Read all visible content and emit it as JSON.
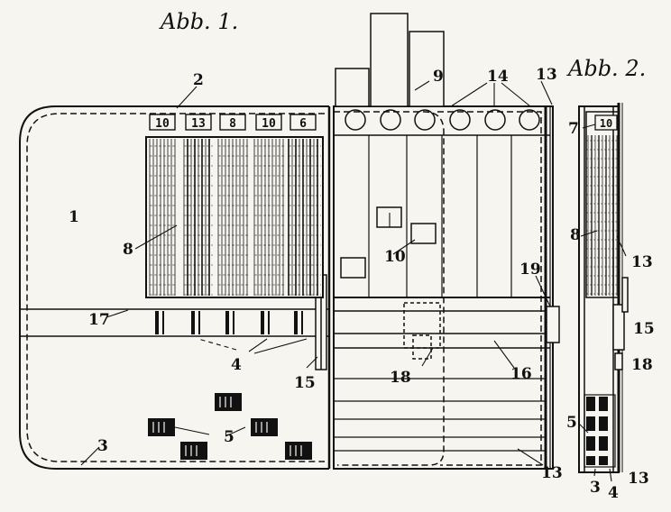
{
  "figures": [
    {
      "title": "Abb. 1."
    },
    {
      "title": "Abb. 2."
    }
  ],
  "top_labels": [
    "10",
    "13",
    "8",
    "10",
    "6"
  ],
  "side_labels": [
    "7",
    "10"
  ],
  "callouts": {
    "fig1": [
      "1",
      "2",
      "3",
      "4",
      "5",
      "8",
      "9",
      "10",
      "13",
      "13",
      "14",
      "15",
      "16",
      "17",
      "18",
      "19"
    ],
    "fig2": [
      "3",
      "4",
      "5",
      "7",
      "8",
      "13",
      "13",
      "15",
      "18"
    ]
  },
  "colors": {
    "ink": "#111111",
    "paper": "#f7f5ef"
  }
}
